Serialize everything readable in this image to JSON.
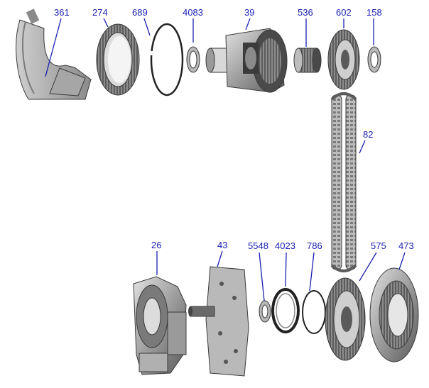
{
  "diagram": {
    "accent_color": "#1a1fb0",
    "parts": [
      {
        "id": "361",
        "label": "361",
        "name": "band"
      },
      {
        "id": "274",
        "label": "274",
        "name": "ring-gear"
      },
      {
        "id": "689",
        "label": "689",
        "name": "snap-ring"
      },
      {
        "id": "4083",
        "label": "4083",
        "name": "thrust-washer"
      },
      {
        "id": "39",
        "label": "39",
        "name": "planetary-carrier"
      },
      {
        "id": "536",
        "label": "536",
        "name": "bearing"
      },
      {
        "id": "602",
        "label": "602",
        "name": "sprocket"
      },
      {
        "id": "158",
        "label": "158",
        "name": "washer"
      },
      {
        "id": "82",
        "label": "82",
        "name": "drive-chain"
      },
      {
        "id": "26",
        "label": "26",
        "name": "pump-housing"
      },
      {
        "id": "43",
        "label": "43",
        "name": "valve-body-plate"
      },
      {
        "id": "5548",
        "label": "5548",
        "name": "washer"
      },
      {
        "id": "4023",
        "label": "4023",
        "name": "seal-ring"
      },
      {
        "id": "786",
        "label": "786",
        "name": "o-ring"
      },
      {
        "id": "575",
        "label": "575",
        "name": "driven-sprocket"
      },
      {
        "id": "473",
        "label": "473",
        "name": "gear-drum"
      }
    ]
  }
}
